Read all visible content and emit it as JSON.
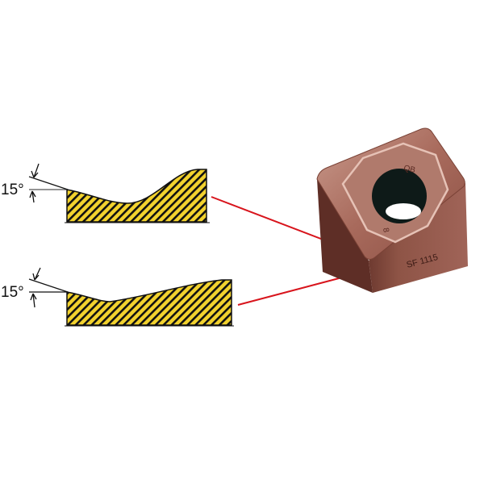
{
  "profiles": [
    {
      "angle_label": "15°"
    },
    {
      "angle_label": "15°"
    }
  ],
  "insert": {
    "top_marking": "QB",
    "corner_marking": "8",
    "side_marking": "SF 1115"
  },
  "colors": {
    "hatch_fill": "#f2d22e",
    "leader_line": "#d8141c",
    "insert_body": "#9a5a4c"
  }
}
